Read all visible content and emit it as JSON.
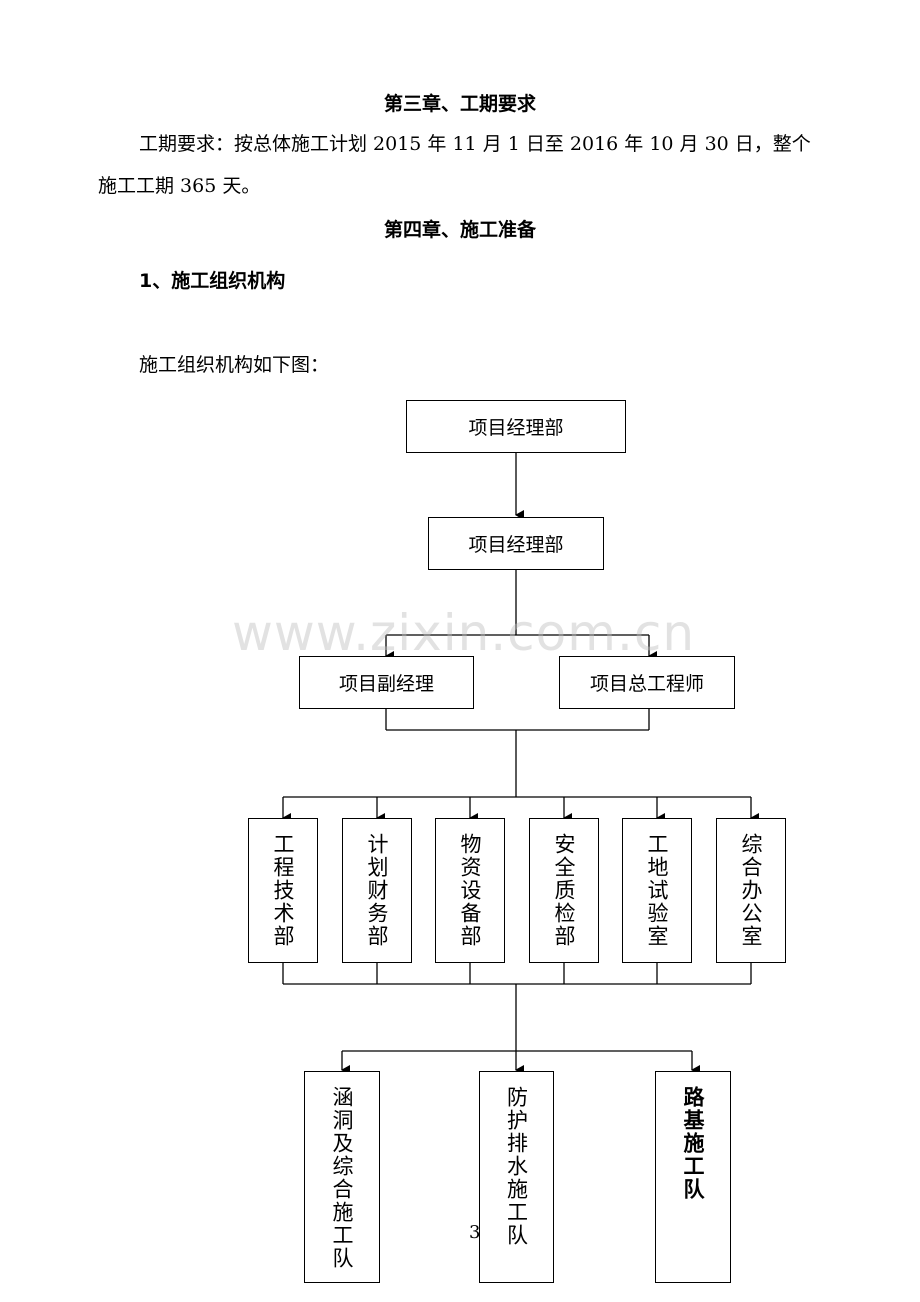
{
  "chapter3": {
    "title": "第三章、工期要求",
    "para_line1": "工期要求：按总体施工计划 2015 年 11 月 1 日至 2016 年 10 月 30 日，整个",
    "para_line2": "施工工期 365 天。"
  },
  "chapter4": {
    "title": "第四章、施工准备",
    "section1": "1、施工组织机构",
    "intro": "施工组织机构如下图："
  },
  "org_chart": {
    "top": "项目经理部",
    "second": "项目经理部",
    "level3": [
      "项目副经理",
      "项目总工程师"
    ],
    "departments": [
      "工程技术部",
      "计划财务部",
      "物资设备部",
      "安全质检部",
      "工地试验室",
      "综合办公室"
    ],
    "teams": [
      "涵洞及综合施工队",
      "防护排水施工队",
      "路基施工队"
    ]
  },
  "watermark": "www.zixin.com.cn",
  "page_number": "3"
}
